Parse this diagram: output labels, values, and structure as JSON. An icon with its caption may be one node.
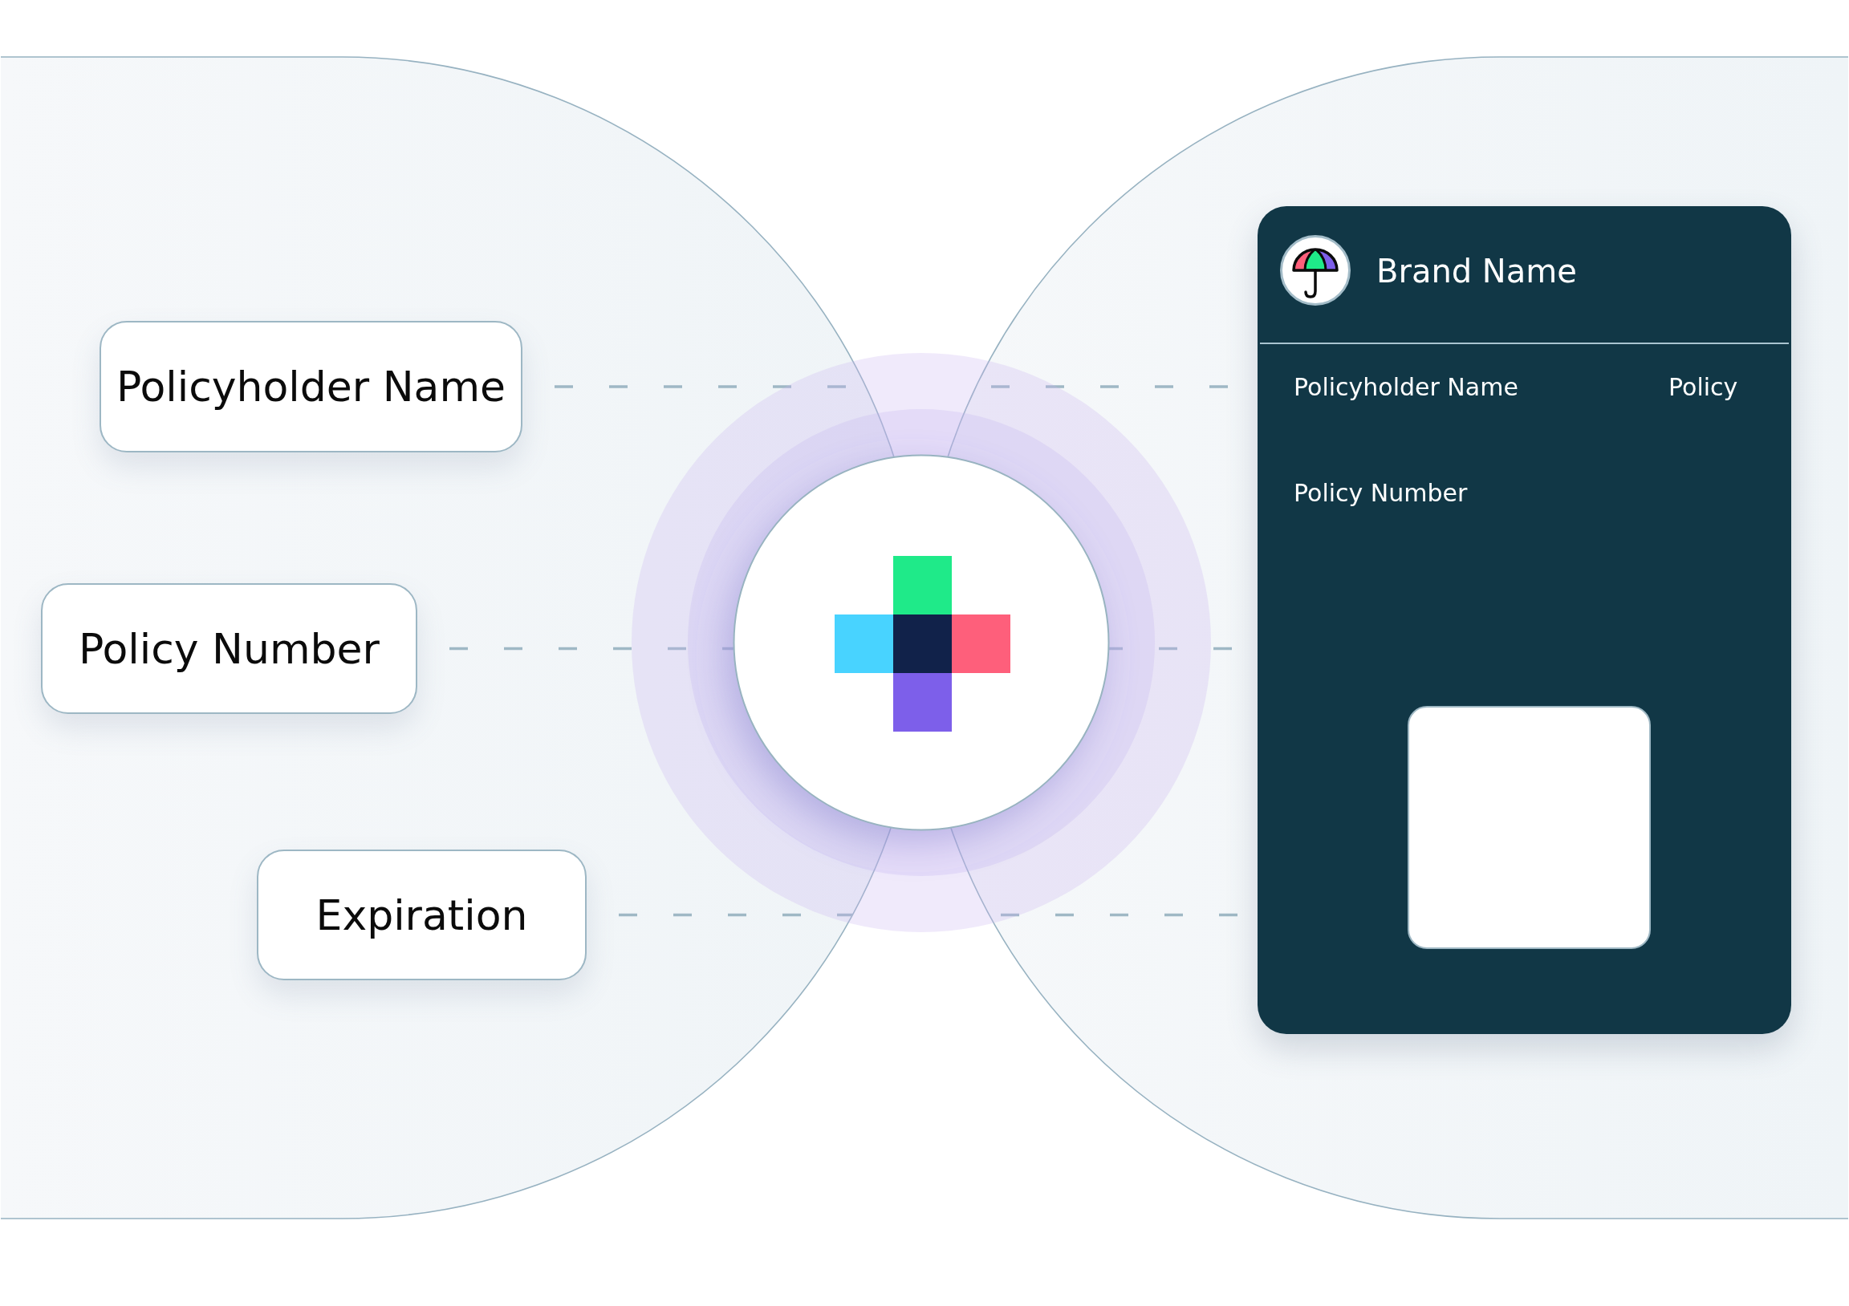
{
  "diagram": {
    "nodes": [
      {
        "text": [
          "Policyholder Name"
        ]
      },
      {
        "text": [
          "Policy Number"
        ]
      },
      {
        "text": [
          "Expiration"
        ]
      },
      {
        "text": [
          "Brand Name",
          "Policyholder Name",
          "Policy",
          "Policy Number"
        ]
      },
      {
        "text": [],
        "shape": "box",
        "in": 3
      }
    ],
    "edges": [
      {
        "from": 0,
        "to": 3,
        "arrow": "none",
        "style": "dashed"
      },
      {
        "from": 1,
        "to": 3,
        "arrow": "none",
        "style": "dashed"
      },
      {
        "from": 2,
        "to": 3,
        "arrow": "none",
        "style": "dashed"
      }
    ]
  }
}
